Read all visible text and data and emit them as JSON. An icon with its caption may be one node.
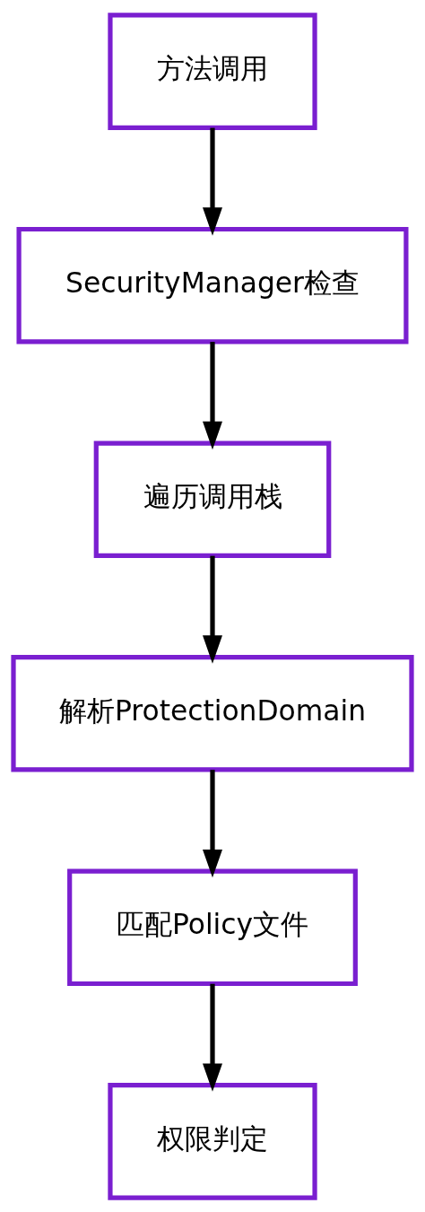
{
  "diagram": {
    "nodes": [
      {
        "text": [
          "方法调用"
        ]
      },
      {
        "text": [
          "SecurityManager检查"
        ]
      },
      {
        "text": [
          "遍历调用栈"
        ]
      },
      {
        "text": [
          "解析ProtectionDomain"
        ]
      },
      {
        "text": [
          "匹配Policy文件"
        ]
      },
      {
        "text": [
          "权限判定"
        ]
      }
    ],
    "edges": [
      {
        "from": 0,
        "to": 1,
        "arrow": "to"
      },
      {
        "from": 1,
        "to": 2,
        "arrow": "to"
      },
      {
        "from": 2,
        "to": 3,
        "arrow": "to"
      },
      {
        "from": 3,
        "to": 4,
        "arrow": "to"
      },
      {
        "from": 4,
        "to": 5,
        "arrow": "to"
      }
    ]
  }
}
